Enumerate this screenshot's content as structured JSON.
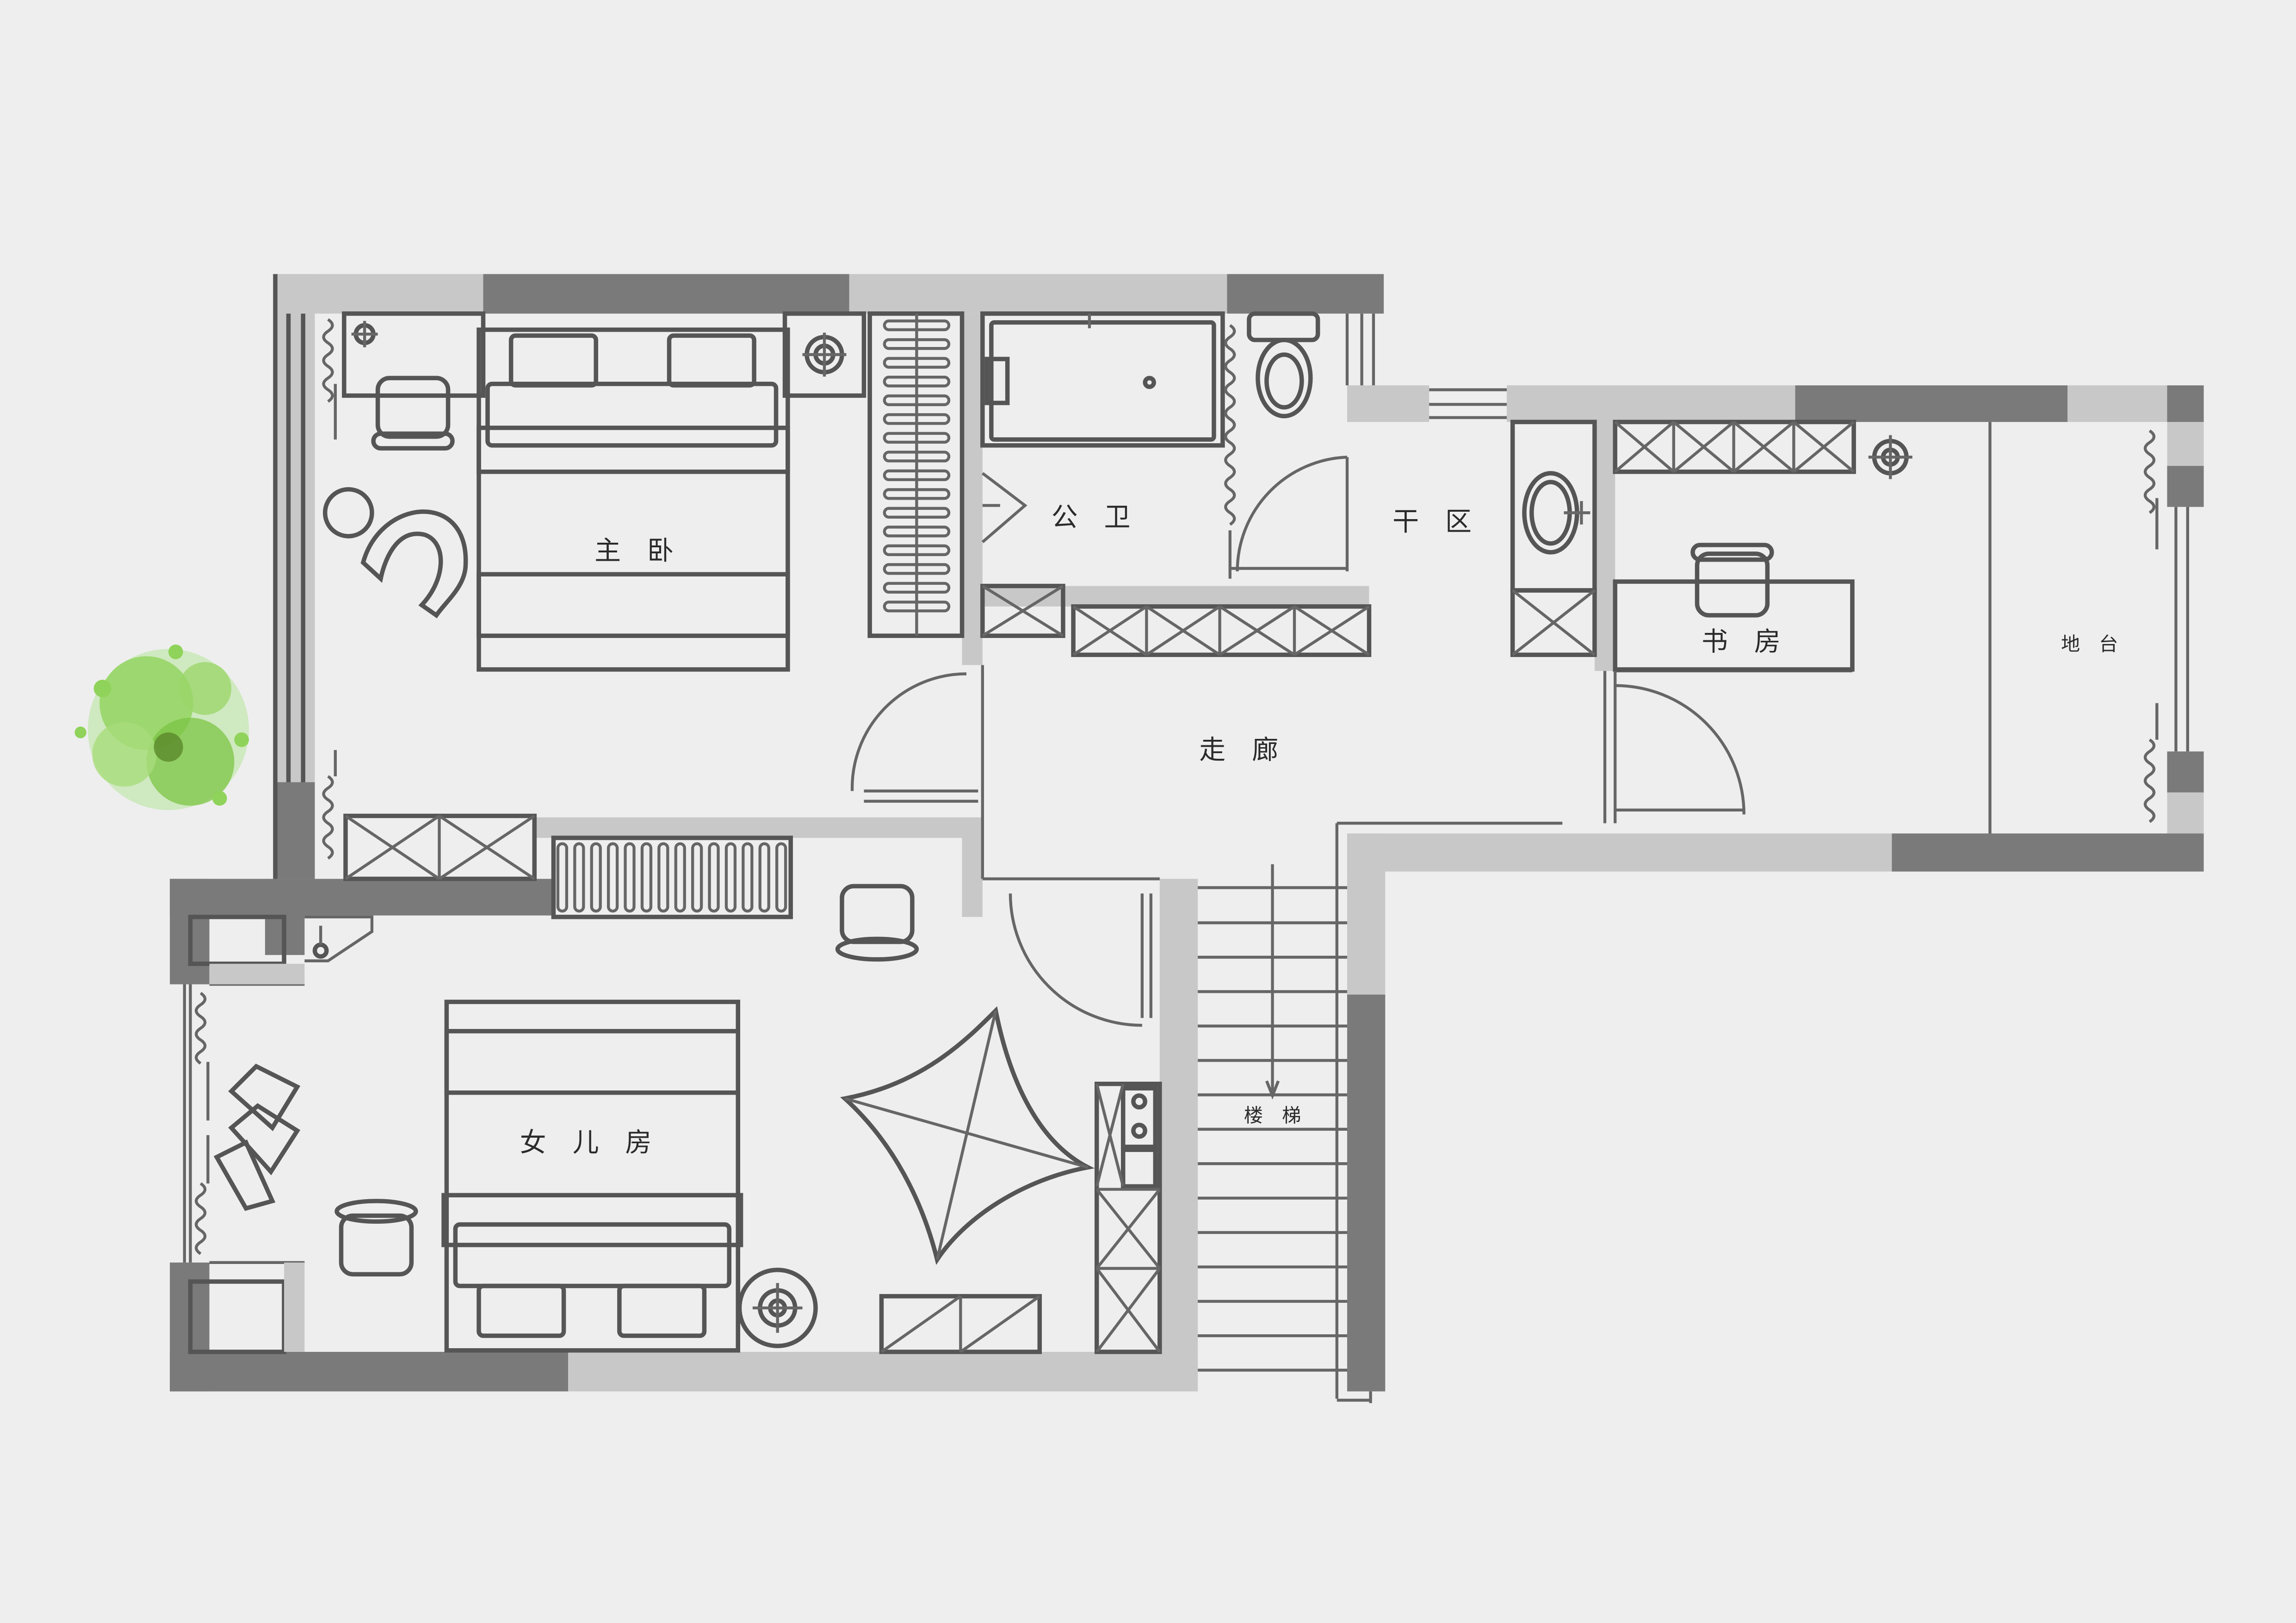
{
  "rooms": {
    "master_bedroom": "主　卧",
    "public_bath": "公　卫",
    "dry_area": "干　区",
    "study": "书　房",
    "balcony": "地　台",
    "corridor": "走　廊",
    "daughter_room": "女　儿　房",
    "stairs": "楼　梯"
  },
  "colors": {
    "background": "#eeeeee",
    "wall_dark": "#7a7a7a",
    "wall_light": "#c8c8c8",
    "line": "#555555",
    "plant_green": "#8fd35a"
  },
  "icons": [
    "plant-icon",
    "bed-icon",
    "toilet-icon",
    "bathtub-icon",
    "wash-basin-icon",
    "chair-icon",
    "lamp-icon",
    "door-swing-icon",
    "wardrobe-icon",
    "curtain-icon",
    "stair-arrow-icon"
  ]
}
